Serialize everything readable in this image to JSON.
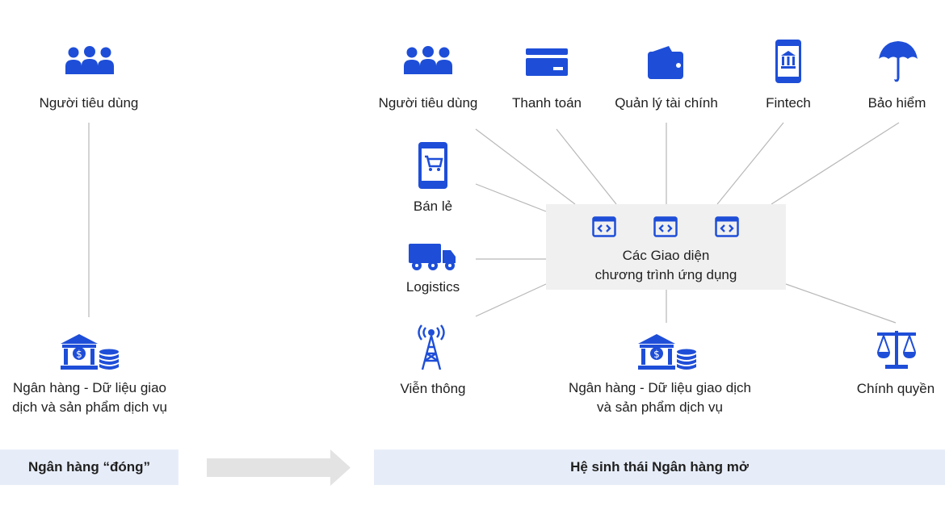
{
  "colors": {
    "icon": "#1e4ed8",
    "line": "#b8b8b8",
    "banner": "#e7edf8",
    "api_box": "#f0f0f0"
  },
  "closed": {
    "consumer_label": "Người tiêu dùng",
    "bank_label_line1": "Ngân hàng - Dữ liệu giao",
    "bank_label_line2": "dịch và sản phẩm dịch vụ",
    "banner": "Ngân hàng “đóng”"
  },
  "open": {
    "top_nodes": [
      {
        "label": "Người tiêu dùng",
        "icon": "users-icon"
      },
      {
        "label": "Thanh toán",
        "icon": "credit-card-icon"
      },
      {
        "label": "Quản lý tài chính",
        "icon": "wallet-icon"
      },
      {
        "label": "Fintech",
        "icon": "mobile-bank-icon"
      },
      {
        "label": "Bảo hiểm",
        "icon": "umbrella-icon"
      }
    ],
    "left_nodes": [
      {
        "label": "Bán lẻ",
        "icon": "mobile-cart-icon"
      },
      {
        "label": "Logistics",
        "icon": "truck-icon"
      },
      {
        "label": "Viễn thông",
        "icon": "antenna-tower-icon"
      }
    ],
    "api_line1": "Các Giao diện",
    "api_line2": "chương trình ứng dụng",
    "bank_label_line1": "Ngân hàng - Dữ liệu giao dịch",
    "bank_label_line2": "và sản phẩm dịch vụ",
    "government_label": "Chính quyền",
    "banner": "Hệ sinh thái Ngân hàng mở"
  }
}
